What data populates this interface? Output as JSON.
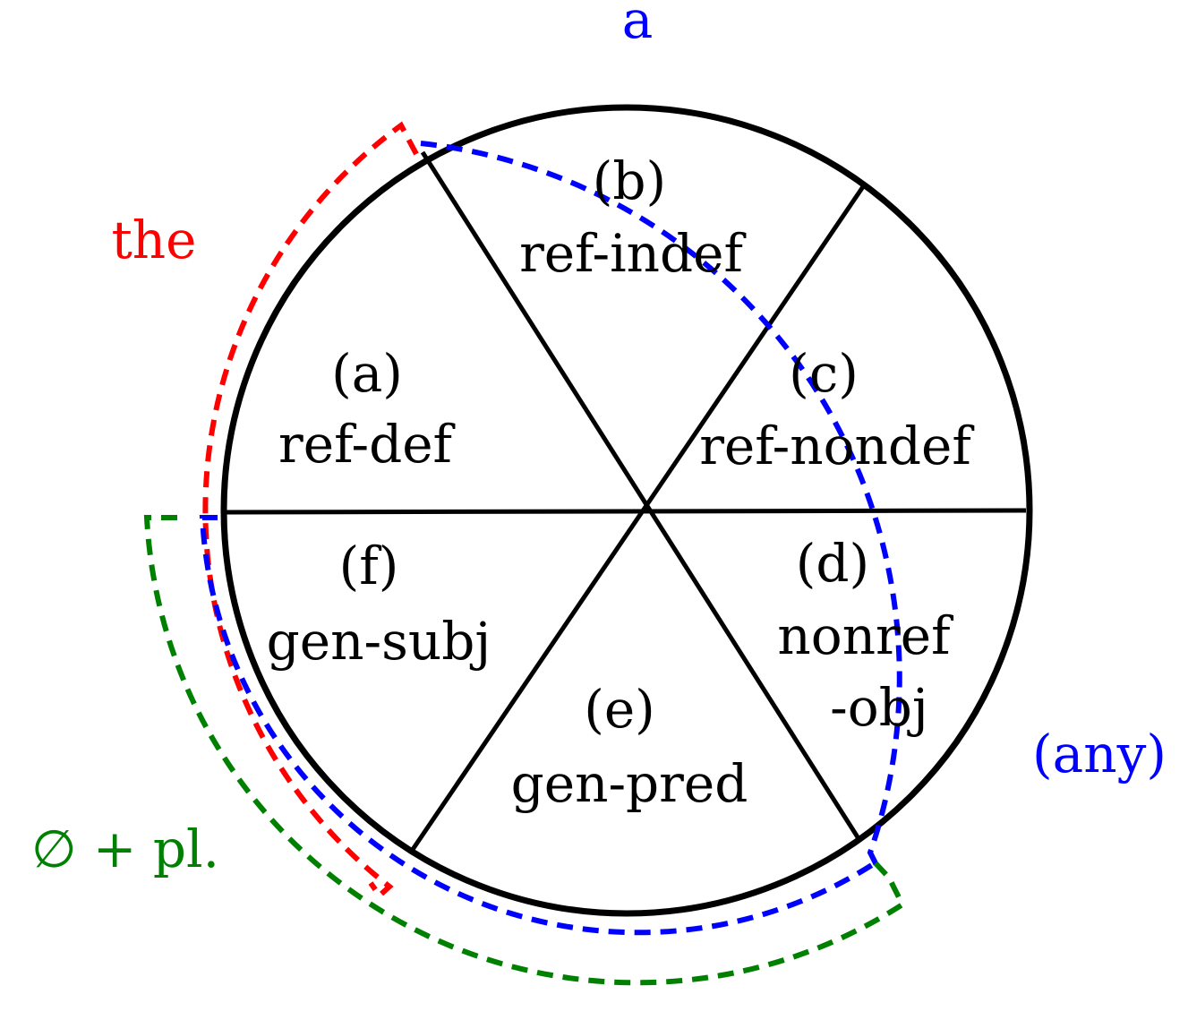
{
  "segments": [
    {
      "id": "a",
      "letter": "(a)",
      "label": "ref-def"
    },
    {
      "id": "b",
      "letter": "(b)",
      "label": "ref-indef"
    },
    {
      "id": "c",
      "letter": "(c)",
      "label": "ref-nondef"
    },
    {
      "id": "d",
      "letter": "(d)",
      "label": "nonref",
      "label2": "-obj"
    },
    {
      "id": "e",
      "letter": "(e)",
      "label": "gen-pred"
    },
    {
      "id": "f",
      "letter": "(f)",
      "label": "gen-subj"
    }
  ],
  "articles": {
    "the": {
      "label": "the",
      "color": "#ff0000"
    },
    "a": {
      "label": "a",
      "color": "#0000ff"
    },
    "any": {
      "label": "(any)",
      "color": "#0000ff"
    },
    "zero": {
      "label": "∅ + pl.",
      "color": "#008000"
    }
  },
  "colors": {
    "circle": "#000000"
  }
}
